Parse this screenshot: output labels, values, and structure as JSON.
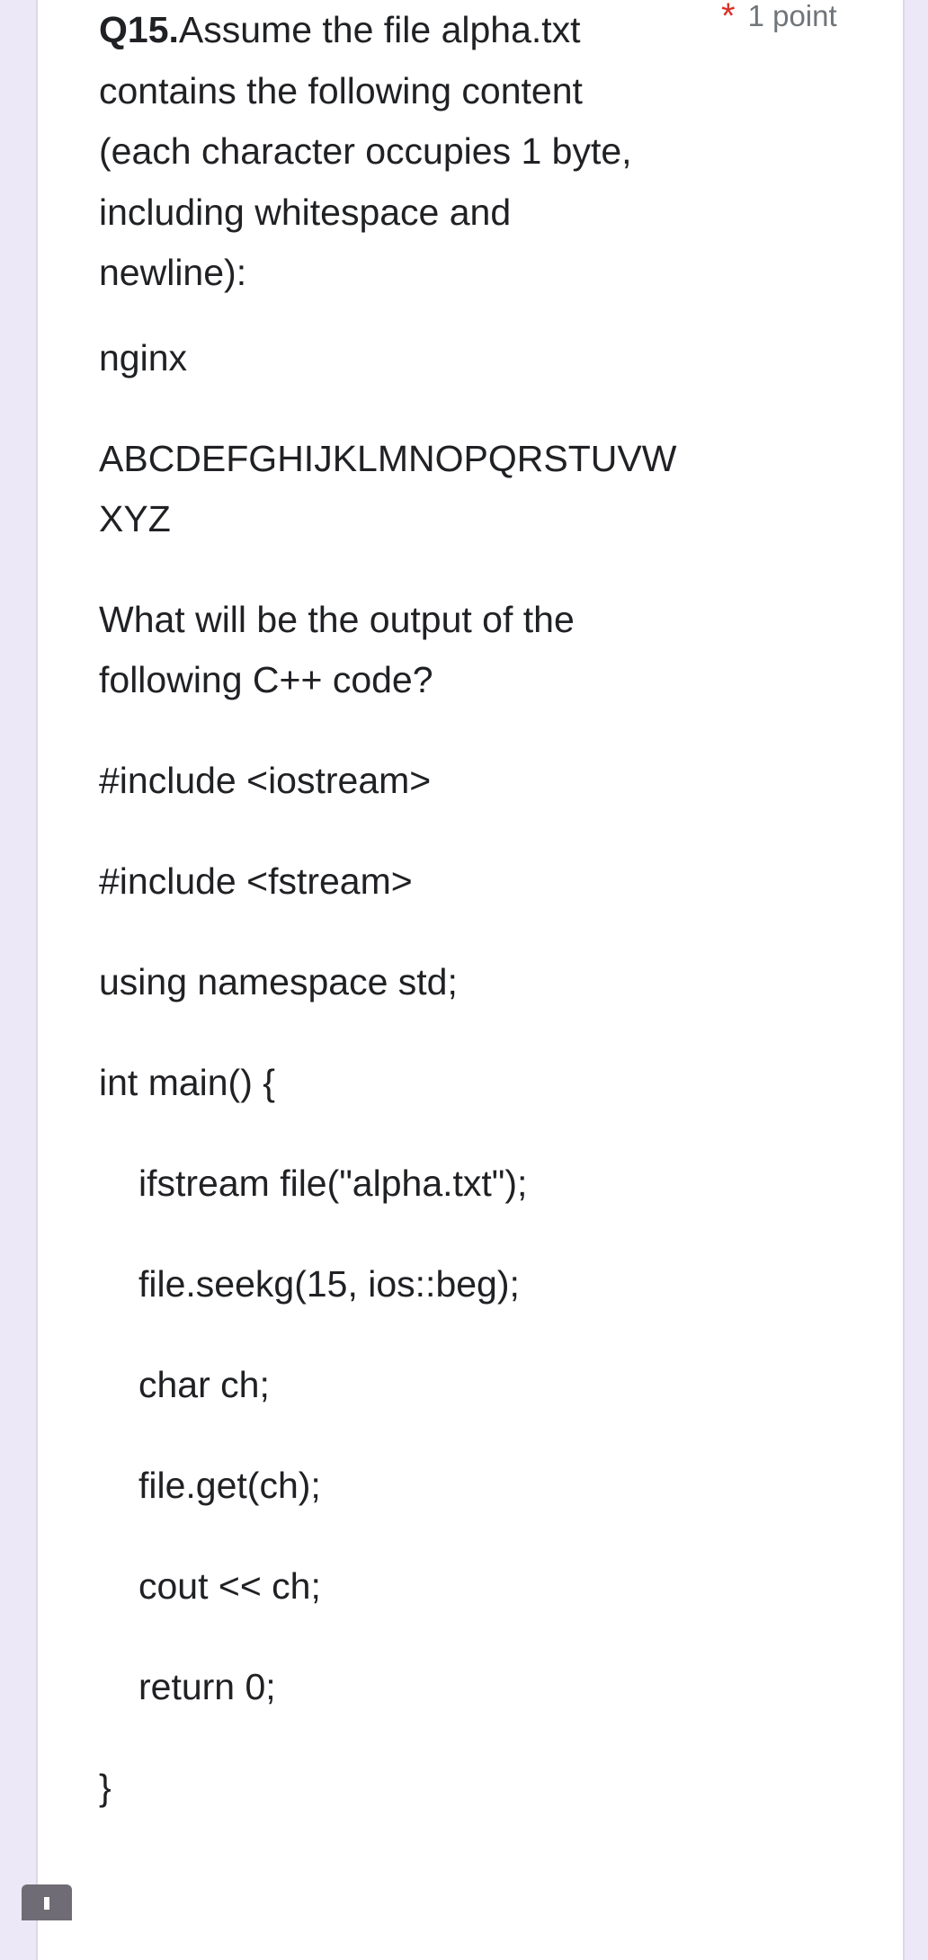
{
  "question": {
    "number": "Q15.",
    "title_lines": [
      "Assume the file alpha.txt",
      "contains the following content",
      "(each character occupies 1 byte,",
      "including whitespace and",
      "newline):"
    ],
    "required_marker": "*",
    "points": "1 point",
    "file_content": [
      "nginx",
      "ABCDEFGHIJKLMNOPQRSTUVW",
      "XYZ"
    ],
    "prompt_lines": [
      "What will be the output of the",
      "following C++ code?"
    ],
    "code": [
      "#include <iostream>",
      "#include <fstream>",
      "using namespace std;",
      "int main() {",
      "ifstream file(\"alpha.txt\");",
      "file.seekg(15, ios::beg);",
      "char ch;",
      "file.get(ch);",
      "cout << ch;",
      "return 0;",
      "}"
    ]
  },
  "colors": {
    "page_background": "#ede8f7",
    "card_background": "#ffffff",
    "required_asterisk": "#d93025",
    "points_text": "#70757a",
    "body_text": "#202124"
  }
}
